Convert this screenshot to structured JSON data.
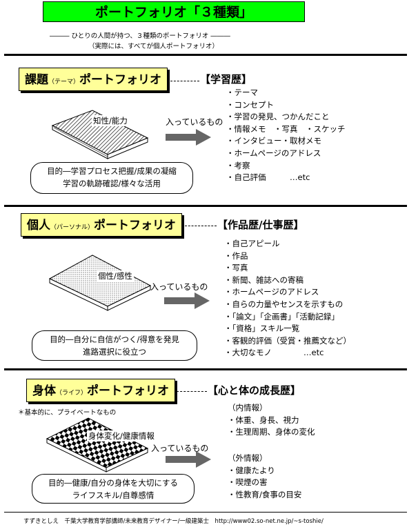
{
  "title": "ポートフォリオ「３種類」",
  "subtitle_line1": "―――  ひとりの人間が持つ、３種類のポートフォリオ  ―――",
  "subtitle_line2": "（実際には、すべてが個人ポートフォリオ）",
  "sections": [
    {
      "label_main": "課題",
      "label_reading": "（テーマ）",
      "label_tail": "ポートフォリオ",
      "heading": "【学習歴】",
      "book_label": "知性/能力",
      "contains": "入っているもの",
      "items": [
        "・テーマ",
        "・コンセプト",
        "・学習の発見、つかんだこと",
        "・情報メモ　・写真　・スケッチ",
        "・インタビュー・取材メモ",
        "・ホームページのアドレス",
        "・考察",
        "・自己評価　　　…etc"
      ],
      "purpose_line1": "目的―学習プロセス把握/成果の凝縮",
      "purpose_line2": "学習の軌跡確認/様々な活用"
    },
    {
      "label_main": "個人",
      "label_reading": "（パーソナル）",
      "label_tail": "ポートフォリオ",
      "heading": "【作品歴/仕事歴】",
      "book_label": "個性/感性",
      "contains": "入っているもの",
      "items": [
        "・自己アピール",
        "・作品",
        "・写真",
        "・新聞、雑誌への寄稿",
        "・ホームページのアドレス",
        "・自らの力量やセンスを示すもの",
        "・「論文」「企画書」「活動記録」",
        "・「資格」スキル一覧",
        "・客観的評価（受賞・推薦文など）",
        "・大切なモノ　　　　…etc"
      ],
      "purpose_line1": "目的―自分に自信がつく/得意を発見",
      "purpose_line2": "進路選択に役立つ"
    },
    {
      "label_main": "身体",
      "label_reading": "（ライフ）",
      "label_tail": "ポートフォリオ",
      "heading": "【心と体の成長歴】",
      "note": "＊基本的に、プライベートなもの",
      "book_label": "身体変化/健康情報",
      "contains": "入っているもの",
      "inner_title": "（内情報）",
      "inner_items": [
        "・体重、身長、視力",
        "・生理周期、身体の変化"
      ],
      "outer_title": "（外情報）",
      "outer_items": [
        "・健康たより",
        "・喫煙の害",
        "・性教育/食事の目安"
      ],
      "purpose_line1": "目的―健康/自分の身体を大切にする",
      "purpose_line2": "ライフスキル/自尊感情"
    }
  ],
  "footer": "すずきとしえ　千葉大学教育学部講師/未来教育デザイナー/一級建築士　http://www02.so-net.ne.jp/~s-toshie/"
}
